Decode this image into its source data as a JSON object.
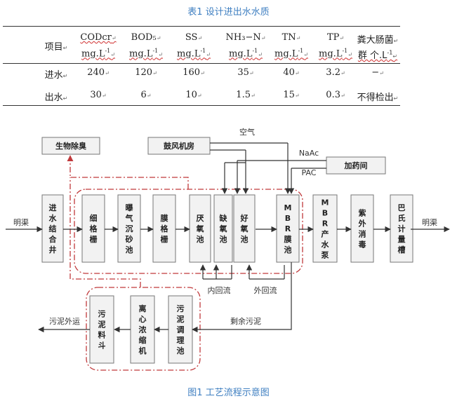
{
  "table": {
    "caption": "表1 设计进出水水质",
    "headers": [
      {
        "name": "项目",
        "unit": ""
      },
      {
        "name": "CODcr",
        "unit": "mg.L"
      },
      {
        "name": "BOD₅",
        "unit": "mg.L"
      },
      {
        "name": "SS",
        "unit": "mg.L"
      },
      {
        "name": "NH₃−N",
        "unit": "mg.L"
      },
      {
        "name": "TN",
        "unit": "mg.L"
      },
      {
        "name": "TP",
        "unit": "mg.L"
      },
      {
        "name": "粪大肠菌",
        "unit": "群 个.L"
      }
    ],
    "unit_exponent": "-1",
    "rows": [
      {
        "label": "进水",
        "values": [
          "240",
          "120",
          "160",
          "35",
          "40",
          "3.2",
          "−"
        ]
      },
      {
        "label": "出水",
        "values": [
          "30",
          "6",
          "10",
          "1.5",
          "15",
          "0.3",
          "不得检出"
        ]
      }
    ]
  },
  "diagram": {
    "caption": "图1   工艺流程示意图",
    "inlet_label": "明渠",
    "outlet_label": "明渠",
    "main_units": [
      {
        "id": "inlet_well",
        "label": "进水结合井"
      },
      {
        "id": "fine_screen",
        "label": "细格栅"
      },
      {
        "id": "aerated_grit",
        "label": "曝气沉砂池"
      },
      {
        "id": "membrane_screen",
        "label": "膜格栅"
      },
      {
        "id": "anaerobic",
        "label": "厌氧池"
      },
      {
        "id": "anoxic",
        "label": "缺氧池"
      },
      {
        "id": "aerobic",
        "label": "好氧池"
      },
      {
        "id": "mbr_tank",
        "label": "MBR膜池"
      },
      {
        "id": "mbr_pump",
        "label": "MBR产水泵"
      },
      {
        "id": "uv",
        "label": "紫外消毒"
      },
      {
        "id": "parshall",
        "label": "巴氏计量槽"
      }
    ],
    "sludge_units": [
      {
        "id": "sludge_hopper",
        "label": "污泥料斗"
      },
      {
        "id": "centrifuge",
        "label": "离心浓缩机"
      },
      {
        "id": "sludge_tank",
        "label": "污泥调理池"
      }
    ],
    "deodor": "生物除臭",
    "blower": "鼓风机房",
    "dosing": "加药间",
    "air": "空气",
    "naac": "NaAc",
    "pac": "PAC",
    "internal_return": "内回流",
    "external_return": "外回流",
    "excess_sludge": "剩余污泥",
    "sludge_out": "污泥外运"
  },
  "colors": {
    "caption": "#3f7fc1",
    "dashdot": "#c0393b",
    "box_border": "#777777",
    "box_fill": "#f2f2f2"
  }
}
